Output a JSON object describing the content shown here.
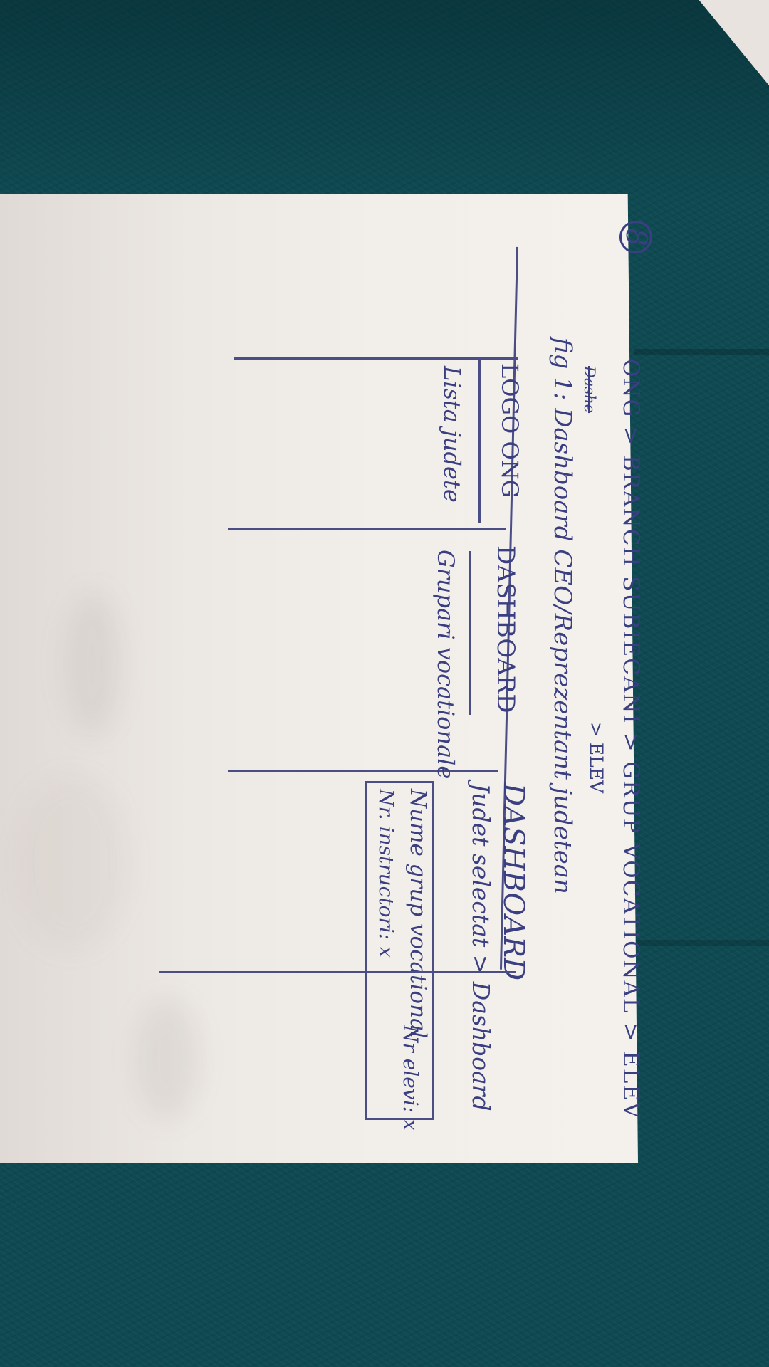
{
  "scene": {
    "background_color": "#0f4a52",
    "paper_color": "#f2eeea",
    "ink_color": "#3a3f82"
  },
  "sketch": {
    "page_number": "8",
    "breadcrumb_line1": "ONG > BRANCH SUBIECANI > GRUP VOCATIONAL > ELEV",
    "breadcrumb_line2": "> ELEV",
    "struck_word": "Dashe",
    "fig_caption": "fig 1: Dashboard CEO/Reprezentant judetean",
    "sidebar": {
      "logo": "LOGO ONG",
      "list_label": "Lista judete"
    },
    "middle": {
      "title": "DASHBOARD",
      "subtitle": "Grupari vocationale"
    },
    "right": {
      "title": "DASHBOARD",
      "subtitle": "Judet selectat > Dashboard",
      "card_line1": "Nume grup vocational",
      "card_count1": "Nr elevi: x",
      "card_line2": "Nr. instructori: x"
    }
  }
}
